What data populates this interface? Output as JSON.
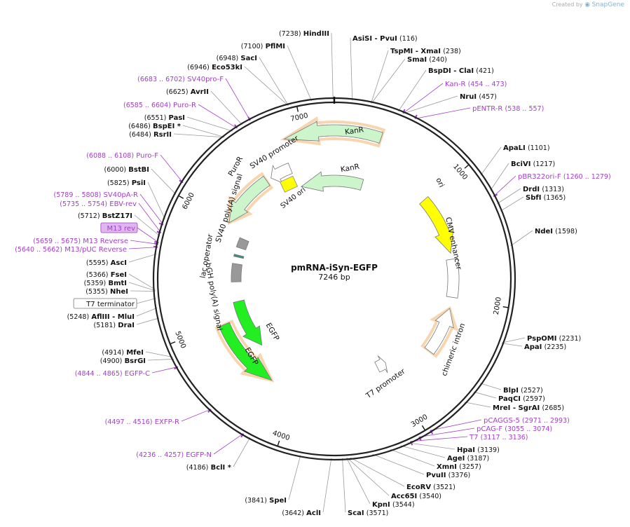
{
  "brand": {
    "created_by": "Created by",
    "app_name": "SnapGene"
  },
  "plasmid": {
    "name": "pmRNA-iSyn-EGFP",
    "size_label": "7246 bp",
    "length": 7246
  },
  "ticks": [
    {
      "bp": 1000,
      "label": "1000"
    },
    {
      "bp": 2000,
      "label": "2000"
    },
    {
      "bp": 3000,
      "label": "3000"
    },
    {
      "bp": 4000,
      "label": "4000"
    },
    {
      "bp": 5000,
      "label": "5000"
    },
    {
      "bp": 6000,
      "label": "6000"
    },
    {
      "bp": 7000,
      "label": "7000"
    }
  ],
  "colors": {
    "ori": "#ffff00",
    "kanr": "#ccf5cc",
    "egfp": "#22ee22",
    "primer": "#a040c8",
    "primer_glow": "#f2b36e",
    "backbone": "#222222",
    "promoter_outline": "#888888",
    "grey_feature": "#999999",
    "m13_box": "#e0b6ee"
  },
  "labels": [
    {
      "pos": "(7238)",
      "name": "HindIII",
      "kind": "site"
    },
    {
      "pos": "(116)",
      "name": "AsiSI  - PvuI",
      "kind": "site"
    },
    {
      "pos": "(238)",
      "name": "TspMI  - XmaI",
      "kind": "site"
    },
    {
      "pos": "(240)",
      "name": "SmaI",
      "kind": "site"
    },
    {
      "pos": "(421)",
      "name": "BspDI  - ClaI",
      "kind": "site"
    },
    {
      "pos": "(454 .. 473)",
      "name": "Kan-R",
      "kind": "primer"
    },
    {
      "pos": "(457)",
      "name": "NruI",
      "kind": "site"
    },
    {
      "pos": "(538 .. 557)",
      "name": "pENTR-R",
      "kind": "primer"
    },
    {
      "pos": "(1101)",
      "name": "ApaLI",
      "kind": "site"
    },
    {
      "pos": "(1217)",
      "name": "BciVI",
      "kind": "site"
    },
    {
      "pos": "(1260 .. 1279)",
      "name": "pBR322ori-F",
      "kind": "primer"
    },
    {
      "pos": "(1313)",
      "name": "DrdI",
      "kind": "site"
    },
    {
      "pos": "(1365)",
      "name": "SbfI",
      "kind": "site"
    },
    {
      "pos": "(1598)",
      "name": "NdeI",
      "kind": "site"
    },
    {
      "pos": "(2231)",
      "name": "PspOMI",
      "kind": "site"
    },
    {
      "pos": "(2235)",
      "name": "ApaI",
      "kind": "site"
    },
    {
      "pos": "(2527)",
      "name": "BlpI",
      "kind": "site"
    },
    {
      "pos": "(2597)",
      "name": "PaqCI",
      "kind": "site"
    },
    {
      "pos": "(2685)",
      "name": "MreI  - SgrAI",
      "kind": "site"
    },
    {
      "pos": "(2971 .. 2993)",
      "name": "pCAGGS-5",
      "kind": "primer"
    },
    {
      "pos": "(3055 .. 3074)",
      "name": "pCAG-F",
      "kind": "primer"
    },
    {
      "pos": "(3117 .. 3136)",
      "name": "T7",
      "kind": "primer"
    },
    {
      "pos": "(3139)",
      "name": "HpaI",
      "kind": "site"
    },
    {
      "pos": "(3187)",
      "name": "AgeI",
      "kind": "site"
    },
    {
      "pos": "(3257)",
      "name": "XmnI",
      "kind": "site"
    },
    {
      "pos": "(3376)",
      "name": "PvuII",
      "kind": "site"
    },
    {
      "pos": "(3521)",
      "name": "EcoRV",
      "kind": "site"
    },
    {
      "pos": "(3540)",
      "name": "Acc65I",
      "kind": "site"
    },
    {
      "pos": "(3544)",
      "name": "KpnI",
      "kind": "site"
    },
    {
      "pos": "(3571)",
      "name": "ScaI",
      "kind": "site"
    },
    {
      "pos": "(3642)",
      "name": "AclI",
      "kind": "site"
    },
    {
      "pos": "(3841)",
      "name": "SpeI",
      "kind": "site"
    },
    {
      "pos": "(4186)",
      "name": "BclI *",
      "kind": "site"
    },
    {
      "pos": "(4236 .. 4257)",
      "name": "EGFP-N",
      "kind": "primer"
    },
    {
      "pos": "(4497 .. 4516)",
      "name": "EXFP-R",
      "kind": "primer"
    },
    {
      "pos": "(4844 .. 4865)",
      "name": "EGFP-C",
      "kind": "primer"
    },
    {
      "pos": "(4900)",
      "name": "BsrGI",
      "kind": "site"
    },
    {
      "pos": "(4914)",
      "name": "MfeI",
      "kind": "site"
    },
    {
      "pos": "(5181)",
      "name": "DraI",
      "kind": "site"
    },
    {
      "pos": "(5248)",
      "name": "AflIII  - MluI",
      "kind": "site"
    },
    {
      "pos": "",
      "name": "T7 terminator",
      "kind": "boxed"
    },
    {
      "pos": "(5355)",
      "name": "NheI",
      "kind": "site"
    },
    {
      "pos": "(5359)",
      "name": "BmtI",
      "kind": "site"
    },
    {
      "pos": "(5366)",
      "name": "FseI",
      "kind": "site"
    },
    {
      "pos": "(5595)",
      "name": "AscI",
      "kind": "site"
    },
    {
      "pos": "(5640 .. 5662)",
      "name": "M13/pUC Reverse",
      "kind": "primer"
    },
    {
      "pos": "(5659 .. 5675)",
      "name": "M13 Reverse",
      "kind": "primer"
    },
    {
      "pos": "",
      "name": "M13 rev",
      "kind": "boxed-primer"
    },
    {
      "pos": "(5712)",
      "name": "BstZ17I",
      "kind": "site"
    },
    {
      "pos": "(5735 .. 5754)",
      "name": "EBV-rev",
      "kind": "primer"
    },
    {
      "pos": "(5789 .. 5808)",
      "name": "SV40pA-R",
      "kind": "primer"
    },
    {
      "pos": "(5825)",
      "name": "PsiI",
      "kind": "site"
    },
    {
      "pos": "(6000)",
      "name": "BstBI",
      "kind": "site"
    },
    {
      "pos": "(6088 .. 6108)",
      "name": "Puro-F",
      "kind": "primer"
    },
    {
      "pos": "(6484)",
      "name": "RsrII",
      "kind": "site"
    },
    {
      "pos": "(6486)",
      "name": "BspEI *",
      "kind": "site"
    },
    {
      "pos": "(6551)",
      "name": "PasI",
      "kind": "site"
    },
    {
      "pos": "(6585 .. 6604)",
      "name": "Puro-R",
      "kind": "primer"
    },
    {
      "pos": "(6625)",
      "name": "AvrII",
      "kind": "site"
    },
    {
      "pos": "(6683 .. 6702)",
      "name": "SV40pro-F",
      "kind": "primer"
    },
    {
      "pos": "(6946)",
      "name": "Eco53kI",
      "kind": "site"
    },
    {
      "pos": "(6948)",
      "name": "SacI",
      "kind": "site"
    },
    {
      "pos": "(7100)",
      "name": "PflMI",
      "kind": "site"
    }
  ],
  "features": [
    {
      "name": "KanR",
      "start": 6850,
      "end": 370,
      "ring": "outer",
      "dir": "ccw",
      "fill": "#ccf5cc",
      "glow": true
    },
    {
      "name": "KanR",
      "start": 6850,
      "end": 330,
      "ring": "inner",
      "dir": "ccw",
      "fill": "#ccf5cc"
    },
    {
      "name": "SV40 promoter",
      "start": 6600,
      "end": 6810,
      "ring": "mid",
      "dir": "ccw",
      "fill": "#ffffff"
    },
    {
      "name": "SV40 ori",
      "start": 6680,
      "end": 6780,
      "ring": "box",
      "dir": "none",
      "fill": "#ffff00"
    },
    {
      "name": "PuroR",
      "start": 6000,
      "end": 6550,
      "ring": "mid",
      "dir": "ccw",
      "fill": "#ccf5cc",
      "glow": true
    },
    {
      "name": "SV40 poly(A) signal",
      "start": 5800,
      "end": 5910,
      "ring": "inner",
      "dir": "none",
      "fill": "#999999"
    },
    {
      "name": "lac operator",
      "start": 5690,
      "end": 5715,
      "ring": "inner",
      "dir": "none",
      "fill": "#3d8f7d"
    },
    {
      "name": "bGH poly(A) signal",
      "start": 5400,
      "end": 5610,
      "ring": "inner",
      "dir": "none",
      "fill": "#999999"
    },
    {
      "name": "EGFP",
      "start": 4260,
      "end": 4980,
      "ring": "mid",
      "dir": "ccw",
      "fill": "#22ee22",
      "glow": true
    },
    {
      "name": "EGFP",
      "start": 4580,
      "end": 5170,
      "ring": "inner",
      "dir": "ccw",
      "fill": "#22ee22"
    },
    {
      "name": "ori",
      "start": 980,
      "end": 1560,
      "ring": "mid",
      "dir": "cw",
      "fill": "#ffff00"
    },
    {
      "name": "CMV enhancer",
      "start": 1620,
      "end": 1990,
      "ring": "mid",
      "dir": "none",
      "fill": "#ffffff"
    },
    {
      "name": "chimeric intron",
      "start": 2100,
      "end": 2560,
      "ring": "mid",
      "dir": "ccw",
      "fill": "#ffffff",
      "glow": true
    },
    {
      "name": "T7 promoter",
      "start": 2990,
      "end": 3100,
      "ring": "inner",
      "dir": "ccw",
      "fill": "#ffffff"
    }
  ]
}
